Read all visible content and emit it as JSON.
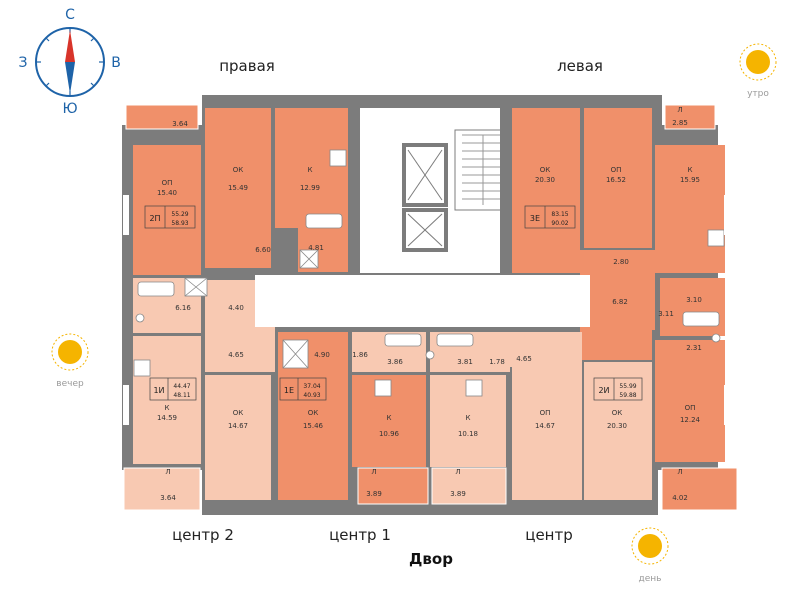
{
  "compass": {
    "n": "С",
    "s": "Ю",
    "w": "З",
    "e": "В"
  },
  "sections": {
    "right": "правая",
    "left": "левая",
    "center2": "центр 2",
    "center1": "центр 1",
    "center": "центр"
  },
  "yard": "Двор",
  "sun": {
    "morning": "утро",
    "evening": "вечер",
    "day": "день"
  },
  "apartments": [
    {
      "code": "2П",
      "area1": "55.29",
      "area2": "58.93"
    },
    {
      "code": "3Е",
      "area1": "83.15",
      "area2": "90.02"
    },
    {
      "code": "1И",
      "area1": "44.47",
      "area2": "48.11"
    },
    {
      "code": "1Е",
      "area1": "37.04",
      "area2": "40.93"
    },
    {
      "code": "2И",
      "area1": "55.99",
      "area2": "59.88"
    }
  ],
  "rooms": [
    {
      "tag": "Л",
      "area": "3.64"
    },
    {
      "tag": "ОП",
      "area": "15.40"
    },
    {
      "tag": "ОК",
      "area": "15.49"
    },
    {
      "tag": "К",
      "area": "12.99"
    },
    {
      "tag": "",
      "area": "6.60"
    },
    {
      "tag": "",
      "area": "4.81"
    },
    {
      "tag": "ОК",
      "area": "20.30"
    },
    {
      "tag": "ОП",
      "area": "16.52"
    },
    {
      "tag": "К",
      "area": "15.95"
    },
    {
      "tag": "Л",
      "area": "2.85"
    },
    {
      "tag": "",
      "area": "2.80"
    },
    {
      "tag": "",
      "area": "6.82"
    },
    {
      "tag": "",
      "area": "3.10"
    },
    {
      "tag": "",
      "area": "3.11"
    },
    {
      "tag": "",
      "area": "2.31"
    },
    {
      "tag": "",
      "area": "6.16"
    },
    {
      "tag": "",
      "area": "4.40"
    },
    {
      "tag": "",
      "area": "4.65"
    },
    {
      "tag": "",
      "area": "4.90"
    },
    {
      "tag": "",
      "area": "1.86"
    },
    {
      "tag": "",
      "area": "3.86"
    },
    {
      "tag": "",
      "area": "3.81"
    },
    {
      "tag": "",
      "area": "1.78"
    },
    {
      "tag": "",
      "area": "4.65"
    },
    {
      "tag": "К",
      "area": "14.59"
    },
    {
      "tag": "ОК",
      "area": "14.67"
    },
    {
      "tag": "ОК",
      "area": "15.46"
    },
    {
      "tag": "К",
      "area": "10.96"
    },
    {
      "tag": "К",
      "area": "10.18"
    },
    {
      "tag": "ОП",
      "area": "14.67"
    },
    {
      "tag": "ОК",
      "area": "20.30"
    },
    {
      "tag": "ОП",
      "area": "12.24"
    },
    {
      "tag": "Л",
      "area": "3.64"
    },
    {
      "tag": "Л",
      "area": "3.89"
    },
    {
      "tag": "Л",
      "area": "3.89"
    },
    {
      "tag": "Л",
      "area": "4.02"
    }
  ],
  "colors": {
    "dark": "#f0906a",
    "light": "#f8c9b2",
    "wall": "#7c7c7c",
    "compass": "#1e63a8",
    "compass_red": "#d8342a",
    "sun": "#f5b400"
  }
}
